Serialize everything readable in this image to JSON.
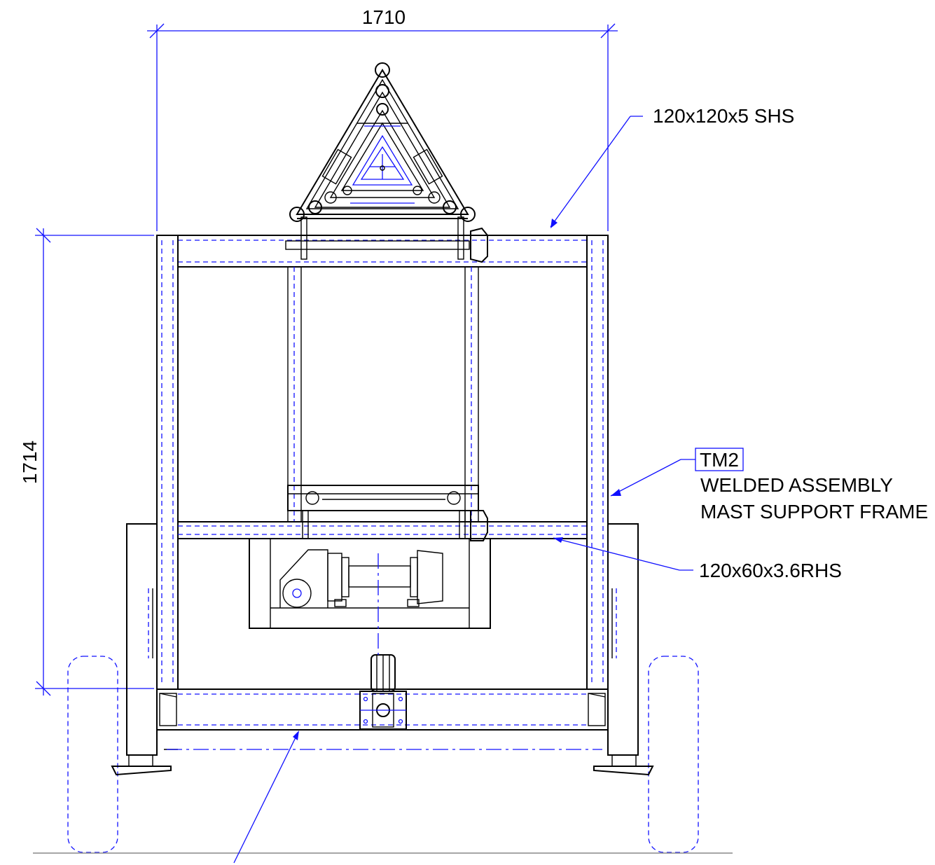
{
  "drawing": {
    "dim_width": "1710",
    "dim_height": "1714",
    "label_shs": "120x120x5 SHS",
    "tag": "TM2",
    "assembly_line1": "WELDED ASSEMBLY",
    "assembly_line2": "MAST SUPPORT FRAME",
    "label_rhs": "120x60x3.6RHS"
  }
}
